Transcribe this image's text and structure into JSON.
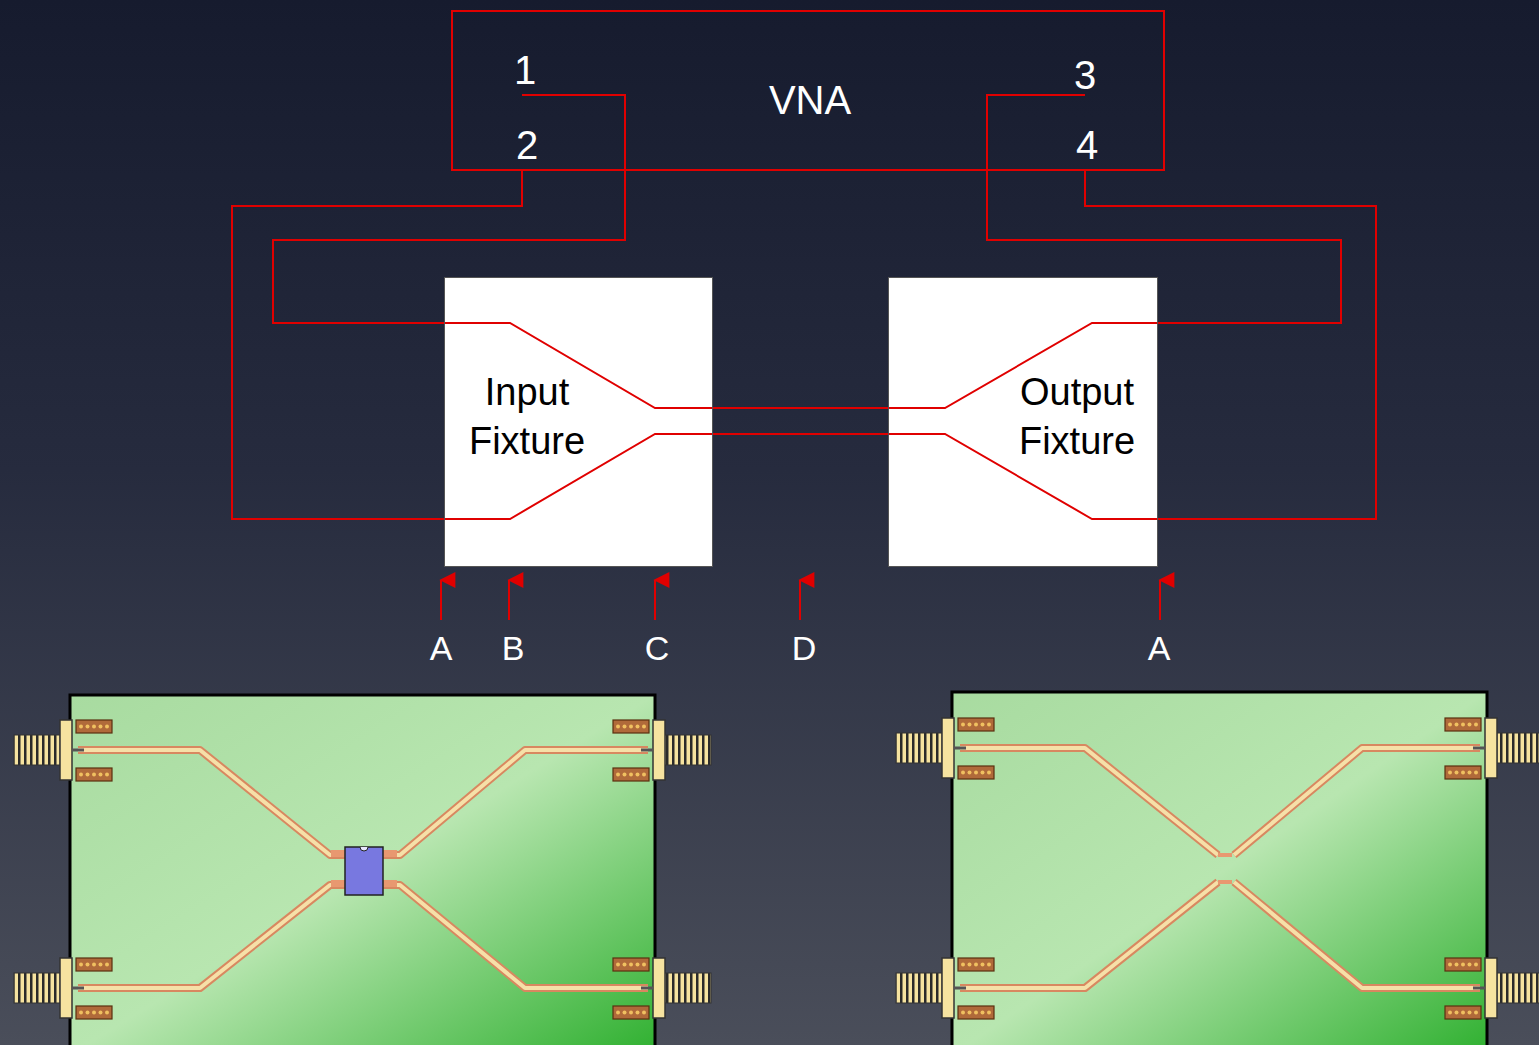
{
  "diagram": {
    "nodes": [
      {
        "text": [
          "VNA"
        ]
      },
      {
        "text": [
          "Input Fixture"
        ]
      },
      {
        "text": [
          "Output Fixture"
        ]
      }
    ],
    "edges": [
      {
        "from": 0,
        "to": 1,
        "arrow": "none"
      },
      {
        "from": 0,
        "to": 1,
        "arrow": "none"
      },
      {
        "from": 0,
        "to": 2,
        "arrow": "none"
      },
      {
        "from": 0,
        "to": 2,
        "arrow": "none"
      },
      {
        "from": 1,
        "to": 2,
        "arrow": "none"
      },
      {
        "from": 1,
        "to": 2,
        "arrow": "none"
      }
    ],
    "labels": [
      "1",
      "2",
      "3",
      "4",
      "A",
      "B",
      "C",
      "D",
      "A"
    ]
  }
}
